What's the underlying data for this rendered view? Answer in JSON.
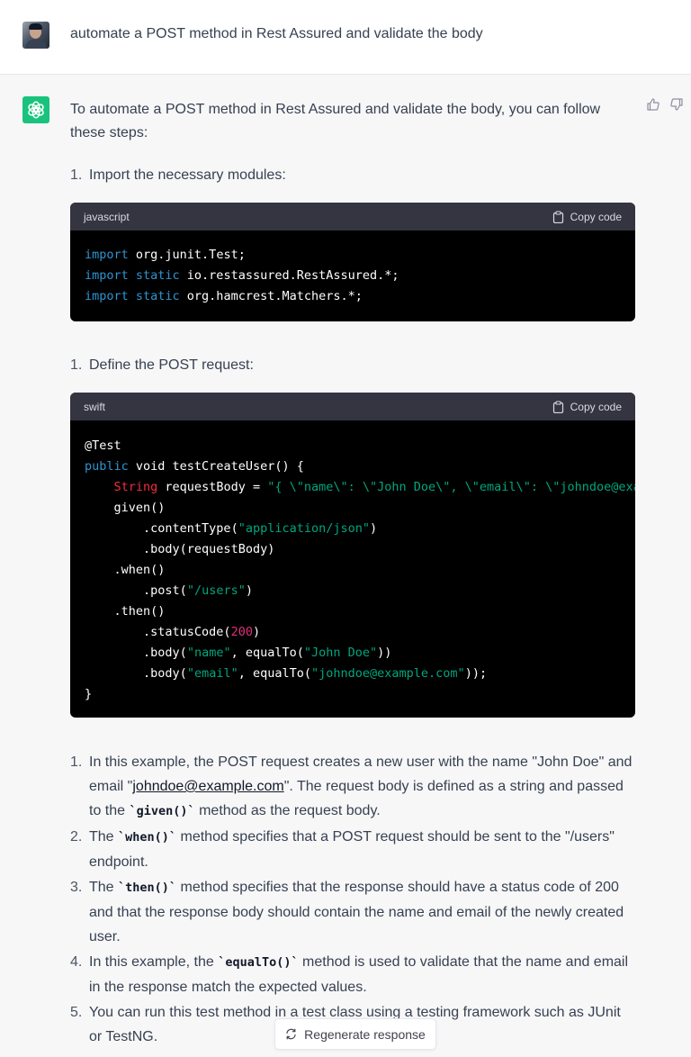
{
  "user": {
    "message": "automate a POST method in Rest Assured and validate the body"
  },
  "assistant": {
    "intro": "To automate a POST method in Rest Assured and validate the body, you can follow these steps:",
    "step1": {
      "num": "1.",
      "label": "Import the necessary modules:"
    },
    "step2": {
      "num": "1.",
      "label": "Define the POST request:"
    },
    "code1": {
      "language": "javascript",
      "copy_label": "Copy code",
      "lines": [
        {
          "kw": "import",
          "rest": " org.junit.Test;"
        },
        {
          "kw": "import static",
          "rest": " io.restassured.RestAssured.*;"
        },
        {
          "kw": "import static",
          "rest": " org.hamcrest.Matchers.*;"
        }
      ]
    },
    "code2": {
      "language": "swift",
      "copy_label": "Copy code",
      "l1": "@Test",
      "l2_kw": "public",
      "l2_rest": " void testCreateUser() {",
      "l3_type": "String",
      "l3_mid": " requestBody = ",
      "l3_str": "\"{ \\\"name\\\": \\\"John Doe\\\", \\\"email\\\": \\\"johndoe@exa",
      "l4": "given()",
      "l5_a": ".contentType(",
      "l5_s": "\"application/json\"",
      "l5_b": ")",
      "l6": ".body(requestBody)",
      "l7": ".when()",
      "l8_a": ".post(",
      "l8_s": "\"/users\"",
      "l8_b": ")",
      "l9": ".then()",
      "l10_a": ".statusCode(",
      "l10_n": "200",
      "l10_b": ")",
      "l11_a": ".body(",
      "l11_s1": "\"name\"",
      "l11_m": ", equalTo(",
      "l11_s2": "\"John Doe\"",
      "l11_b": "))",
      "l12_a": ".body(",
      "l12_s1": "\"email\"",
      "l12_m": ", equalTo(",
      "l12_s2": "\"johndoe@example.com\"",
      "l12_b": "));",
      "l13": "}"
    },
    "list": {
      "i1_num": "1.",
      "i1_a": "In this example, the POST request creates a new user with the name \"John Doe\" and email \"",
      "i1_link": "johndoe@example.com",
      "i1_b": "\". The request body is defined as a string and passed to the ",
      "i1_code": "`given()`",
      "i1_c": " method as the request body.",
      "i2_num": "2.",
      "i2_a": "The ",
      "i2_code": "`when()`",
      "i2_b": " method specifies that a POST request should be sent to the \"/users\" endpoint.",
      "i3_num": "3.",
      "i3_a": "The ",
      "i3_code": "`then()`",
      "i3_b": " method specifies that the response should have a status code of 200 and that the response body should contain the name and email of the newly created user.",
      "i4_num": "4.",
      "i4_a": "In this example, the ",
      "i4_code": "`equalTo()`",
      "i4_b": " method is used to validate that the name and email in the response match the expected values.",
      "i5_num": "5.",
      "i5_a": "You can run this test method in a test class using a testing framework such as JUnit or TestNG."
    },
    "regenerate_label": "Regenerate response"
  },
  "colors": {
    "accent": "#19c37d",
    "code_bg": "#000000",
    "code_header": "#343541"
  },
  "icons": [
    "user-avatar",
    "chatgpt-logo-icon",
    "thumbs-up-icon",
    "thumbs-down-icon",
    "clipboard-icon",
    "refresh-icon"
  ]
}
